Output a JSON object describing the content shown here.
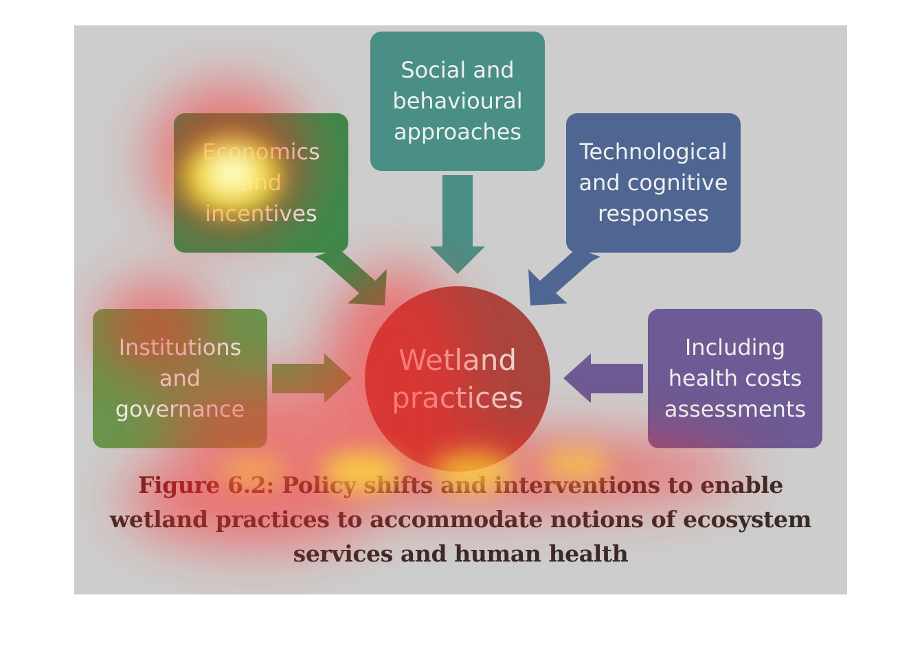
{
  "diagram": {
    "center": "Wetland\npractices",
    "boxes": {
      "economics": "Economics\nand\nincentives",
      "social": "Social and\nbehavioural\napproaches",
      "technological": "Technological\nand cognitive\nresponses",
      "institutions": "Institutions\nand\ngovernance",
      "health": "Including\nhealth costs\nassessments"
    }
  },
  "caption": {
    "label": "Figure 6.2:",
    "text": " Policy shifts and interventions to enable wetland practices to accommodate notions of ecosystem services and human health"
  },
  "colors": {
    "economics": "#3c8a4b",
    "social": "#4a8f86",
    "technological": "#4f6592",
    "institutions": "#6a954c",
    "health": "#6e5a94",
    "center": "#a8463e"
  }
}
